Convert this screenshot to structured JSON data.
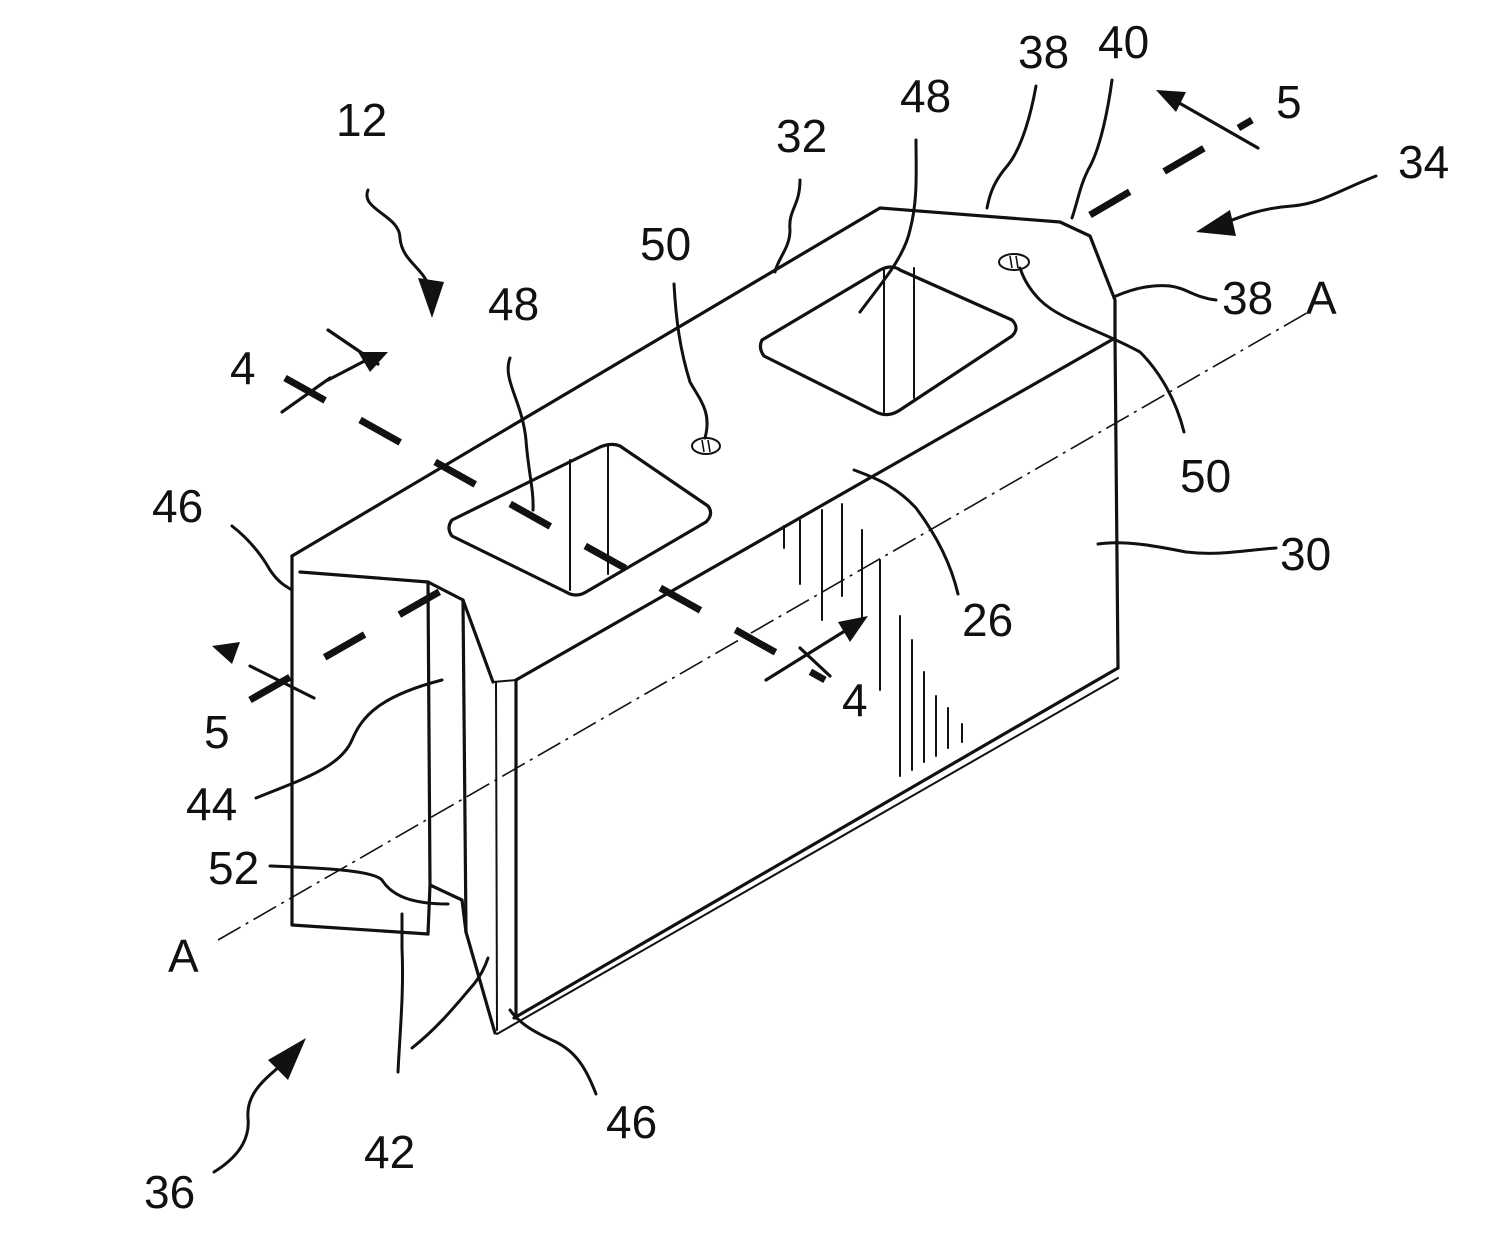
{
  "figure": {
    "labels": {
      "l12": "12",
      "l32": "32",
      "l38a": "38",
      "l40": "40",
      "l5a": "5",
      "l34": "34",
      "l48a": "48",
      "l48b": "48",
      "l50a": "50",
      "l50b": "50",
      "l38b": "38",
      "lAa": "A",
      "l4a": "4",
      "l46a": "46",
      "l30": "30",
      "l26": "26",
      "l5b": "5",
      "l4b": "4",
      "l44": "44",
      "l52": "52",
      "lAb": "A",
      "l42": "42",
      "l46b": "46",
      "l36": "36"
    }
  }
}
